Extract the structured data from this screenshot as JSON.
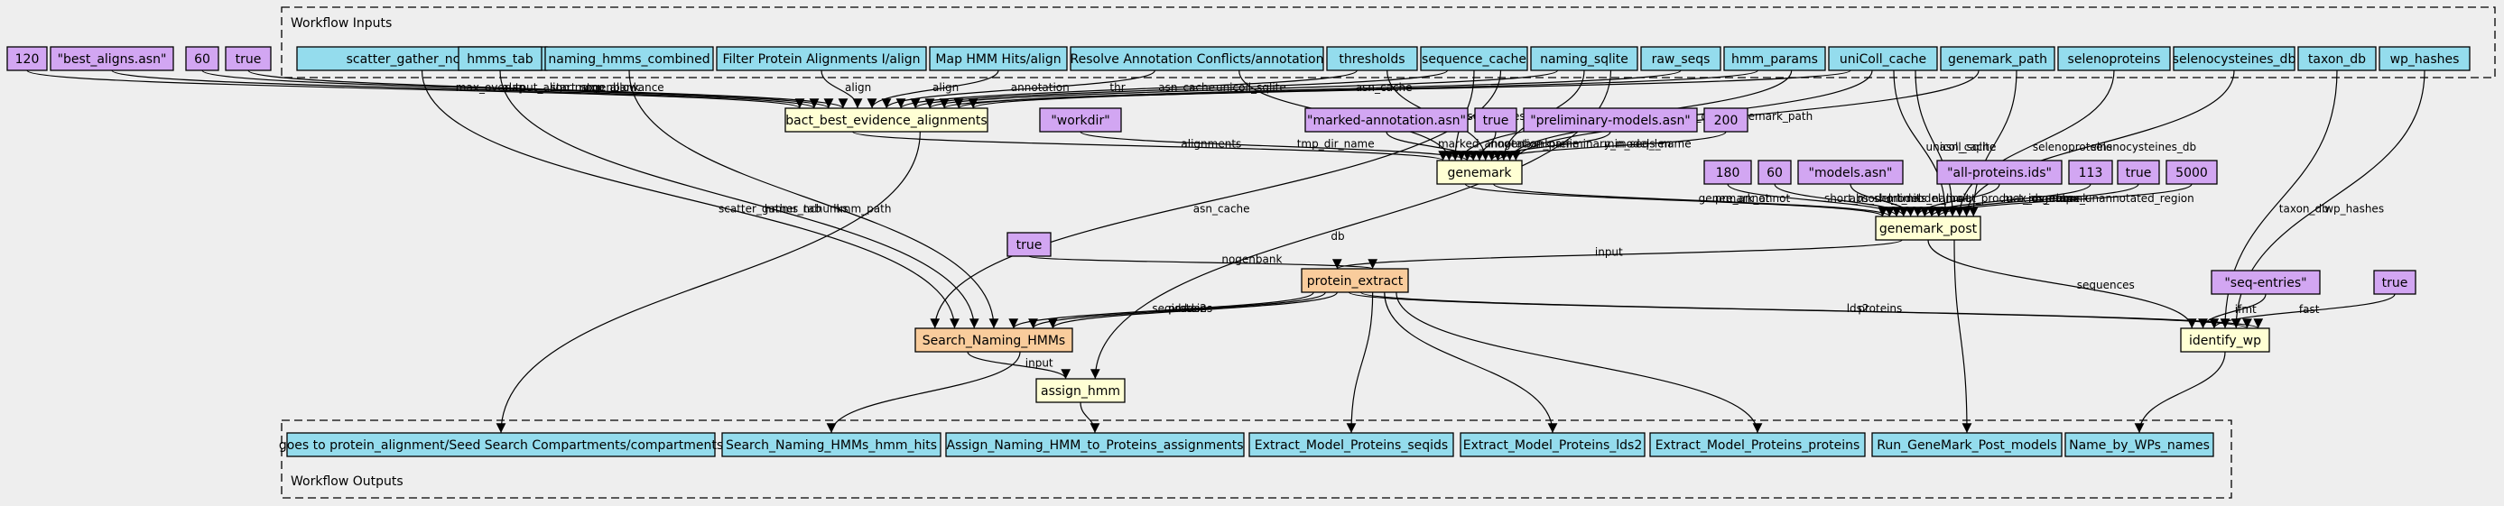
{
  "inputs_cluster": {
    "label": "Workflow Inputs"
  },
  "outputs_cluster": {
    "label": "Workflow Outputs"
  },
  "colors": {
    "input": "#94dced",
    "literal": "#d2a6f2",
    "step": "#ffffd4",
    "subworkflow": "#f9cc9c",
    "background": "#eeeeee"
  },
  "nodes": [
    {
      "id": "in_scatter",
      "kind": "input",
      "label": "scatter_gather_nchunks"
    },
    {
      "id": "in_hmms_tab",
      "kind": "input",
      "label": "hmms_tab"
    },
    {
      "id": "in_naming_hmms",
      "kind": "input",
      "label": "naming_hmms_combined"
    },
    {
      "id": "in_filter",
      "kind": "input",
      "label": "Filter Protein Alignments I/align"
    },
    {
      "id": "in_map_hmm",
      "kind": "input",
      "label": "Map HMM Hits/align"
    },
    {
      "id": "in_resolve",
      "kind": "input",
      "label": "Resolve Annotation Conflicts/annotation"
    },
    {
      "id": "in_thresholds",
      "kind": "input",
      "label": "thresholds"
    },
    {
      "id": "in_seq_cache",
      "kind": "input",
      "label": "sequence_cache"
    },
    {
      "id": "in_naming_sqlite",
      "kind": "input",
      "label": "naming_sqlite"
    },
    {
      "id": "in_raw_seqs",
      "kind": "input",
      "label": "raw_seqs"
    },
    {
      "id": "in_hmm_params",
      "kind": "input",
      "label": "hmm_params"
    },
    {
      "id": "in_unicoll",
      "kind": "input",
      "label": "uniColl_cache"
    },
    {
      "id": "in_genemark_path",
      "kind": "input",
      "label": "genemark_path"
    },
    {
      "id": "in_selenoproteins",
      "kind": "input",
      "label": "selenoproteins"
    },
    {
      "id": "in_selenocysteines",
      "kind": "input",
      "label": "selenocysteines_db"
    },
    {
      "id": "in_taxon",
      "kind": "input",
      "label": "taxon_db"
    },
    {
      "id": "in_wp_hashes",
      "kind": "input",
      "label": "wp_hashes"
    },
    {
      "id": "lit_120",
      "kind": "literal",
      "label": "120"
    },
    {
      "id": "lit_best_aligns",
      "kind": "literal",
      "label": "\"best_aligns.asn\""
    },
    {
      "id": "lit_60a",
      "kind": "literal",
      "label": "60"
    },
    {
      "id": "lit_true_a",
      "kind": "literal",
      "label": "true"
    },
    {
      "id": "lit_workdir",
      "kind": "literal",
      "label": "\"workdir\""
    },
    {
      "id": "lit_marked",
      "kind": "literal",
      "label": "\"marked-annotation.asn\""
    },
    {
      "id": "lit_true_b",
      "kind": "literal",
      "label": "true"
    },
    {
      "id": "lit_prelim",
      "kind": "literal",
      "label": "\"preliminary-models.asn\""
    },
    {
      "id": "lit_200",
      "kind": "literal",
      "label": "200"
    },
    {
      "id": "lit_180",
      "kind": "literal",
      "label": "180"
    },
    {
      "id": "lit_60b",
      "kind": "literal",
      "label": "60"
    },
    {
      "id": "lit_models",
      "kind": "literal",
      "label": "\"models.asn\""
    },
    {
      "id": "lit_allprot",
      "kind": "literal",
      "label": "\"all-proteins.ids\""
    },
    {
      "id": "lit_113",
      "kind": "literal",
      "label": "113"
    },
    {
      "id": "lit_true_c",
      "kind": "literal",
      "label": "true"
    },
    {
      "id": "lit_5000",
      "kind": "literal",
      "label": "5000"
    },
    {
      "id": "lit_true_d",
      "kind": "literal",
      "label": "true"
    },
    {
      "id": "lit_seqentries",
      "kind": "literal",
      "label": "\"seq-entries\""
    },
    {
      "id": "lit_true_e",
      "kind": "literal",
      "label": "true"
    },
    {
      "id": "step_bact",
      "kind": "step",
      "label": "bact_best_evidence_alignments"
    },
    {
      "id": "step_genemark",
      "kind": "step",
      "label": "genemark"
    },
    {
      "id": "step_genemark_post",
      "kind": "step",
      "label": "genemark_post"
    },
    {
      "id": "step_protein_extract",
      "kind": "subworkflow",
      "label": "protein_extract"
    },
    {
      "id": "step_search_naming",
      "kind": "subworkflow",
      "label": "Search_Naming_HMMs"
    },
    {
      "id": "step_identify_wp",
      "kind": "step",
      "label": "identify_wp"
    },
    {
      "id": "step_assign_hmm",
      "kind": "step",
      "label": "assign_hmm"
    },
    {
      "id": "out_compartments",
      "kind": "input",
      "label": "goes to protein_alignment/Seed Search Compartments/compartments"
    },
    {
      "id": "out_hmm_hits",
      "kind": "input",
      "label": "Search_Naming_HMMs_hmm_hits"
    },
    {
      "id": "out_assign",
      "kind": "input",
      "label": "Assign_Naming_HMM_to_Proteins_assignments"
    },
    {
      "id": "out_seqids",
      "kind": "input",
      "label": "Extract_Model_Proteins_seqids"
    },
    {
      "id": "out_lds2",
      "kind": "input",
      "label": "Extract_Model_Proteins_lds2"
    },
    {
      "id": "out_proteins",
      "kind": "input",
      "label": "Extract_Model_Proteins_proteins"
    },
    {
      "id": "out_models",
      "kind": "input",
      "label": "Run_GeneMark_Post_models"
    },
    {
      "id": "out_names",
      "kind": "input",
      "label": "Name_by_WPs_names"
    }
  ],
  "edges": [
    {
      "from": "lit_120",
      "to": "step_bact",
      "label": "max_overlap"
    },
    {
      "from": "lit_best_aligns",
      "to": "step_bact",
      "label": "output_align_name"
    },
    {
      "from": "lit_60a",
      "to": "step_bact",
      "label": "start_stop_allowance"
    },
    {
      "from": "lit_true_a",
      "to": "step_bact",
      "label": "nogenbank"
    },
    {
      "from": "in_filter",
      "to": "step_bact",
      "label": "align"
    },
    {
      "from": "in_map_hmm",
      "to": "step_bact",
      "label": "align"
    },
    {
      "from": "in_resolve",
      "to": "step_bact",
      "label": "annotation"
    },
    {
      "from": "in_thresholds",
      "to": "step_bact",
      "label": "thr"
    },
    {
      "from": "in_seq_cache",
      "to": "step_bact",
      "label": "asn_cache"
    },
    {
      "from": "in_naming_sqlite",
      "to": "step_bact",
      "label": "unicoll_sqlite"
    },
    {
      "from": "in_unicoll",
      "to": "step_bact",
      "label": "asn_cache"
    },
    {
      "from": "in_raw_seqs",
      "to": "step_bact",
      "label": ""
    },
    {
      "from": "in_hmm_params",
      "to": "step_bact",
      "label": ""
    },
    {
      "from": "step_bact",
      "to": "step_genemark",
      "label": "alignments"
    },
    {
      "from": "in_resolve",
      "to": "step_genemark",
      "label": "annotation"
    },
    {
      "from": "in_seq_cache",
      "to": "step_genemark",
      "label": "sequences"
    },
    {
      "from": "in_hmm_params",
      "to": "step_genemark",
      "label": "hmm_params"
    },
    {
      "from": "lit_workdir",
      "to": "step_genemark",
      "label": "tmp_dir_name"
    },
    {
      "from": "lit_marked",
      "to": "step_genemark",
      "label": "marked_annotation_name"
    },
    {
      "from": "lit_true_b",
      "to": "step_genemark",
      "label": "nogenbank"
    },
    {
      "from": "in_thresholds",
      "to": "step_genemark",
      "label": "thr"
    },
    {
      "from": "lit_prelim",
      "to": "step_genemark",
      "label": "preliminary_models_name"
    },
    {
      "from": "lit_200",
      "to": "step_genemark",
      "label": "min_seq_len"
    },
    {
      "from": "in_naming_sqlite",
      "to": "step_genemark",
      "label": "asn_cache"
    },
    {
      "from": "in_unicoll",
      "to": "step_genemark",
      "label": "asn_cache"
    },
    {
      "from": "in_genemark_path",
      "to": "step_genemark",
      "label": "genemark_path"
    },
    {
      "from": "step_genemark",
      "to": "step_genemark_post",
      "label": "genemark_annot"
    },
    {
      "from": "step_genemark",
      "to": "step_genemark_post",
      "label": "pre_annot"
    },
    {
      "from": "lit_180",
      "to": "step_genemark_post",
      "label": "short_model_limit"
    },
    {
      "from": "lit_60b",
      "to": "step_genemark_post",
      "label": "abs_short_model_limit"
    },
    {
      "from": "lit_models",
      "to": "step_genemark_post",
      "label": "models_name"
    },
    {
      "from": "lit_allprot",
      "to": "step_genemark_post",
      "label": "out_product_ids_name"
    },
    {
      "from": "lit_113",
      "to": "step_genemark_post",
      "label": "max_overlap"
    },
    {
      "from": "lit_true_c",
      "to": "step_genemark_post",
      "label": "nogenbank"
    },
    {
      "from": "lit_5000",
      "to": "step_genemark_post",
      "label": "max_unannotated_region"
    },
    {
      "from": "in_unicoll",
      "to": "step_genemark_post",
      "label": "unicoll_sqlite"
    },
    {
      "from": "in_unicoll",
      "to": "step_genemark_post",
      "label": "asn_cache"
    },
    {
      "from": "in_selenoproteins",
      "to": "step_genemark_post",
      "label": "selenoproteins"
    },
    {
      "from": "in_selenocysteines",
      "to": "step_genemark_post",
      "label": "selenocysteines_db"
    },
    {
      "from": "in_genemark_path",
      "to": "step_genemark_post",
      "label": ""
    },
    {
      "from": "step_genemark_post",
      "to": "step_protein_extract",
      "label": "input"
    },
    {
      "from": "lit_true_d",
      "to": "step_protein_extract",
      "label": "nogenbank"
    },
    {
      "from": "in_seq_cache",
      "to": "step_search_naming",
      "label": "asn_cache"
    },
    {
      "from": "in_scatter",
      "to": "step_search_naming",
      "label": "scatter_gather_nchunks"
    },
    {
      "from": "in_hmms_tab",
      "to": "step_search_naming",
      "label": "hmms_tab"
    },
    {
      "from": "in_naming_hmms",
      "to": "step_search_naming",
      "label": "hmm_path"
    },
    {
      "from": "step_protein_extract",
      "to": "step_search_naming",
      "label": "seqids"
    },
    {
      "from": "step_protein_extract",
      "to": "step_search_naming",
      "label": "proteins"
    },
    {
      "from": "step_protein_extract",
      "to": "step_search_naming",
      "label": "lds2"
    },
    {
      "from": "step_search_naming",
      "to": "step_assign_hmm",
      "label": "input"
    },
    {
      "from": "in_naming_sqlite",
      "to": "step_assign_hmm",
      "label": "db"
    },
    {
      "from": "step_genemark_post",
      "to": "step_identify_wp",
      "label": "sequences"
    },
    {
      "from": "lit_seqentries",
      "to": "step_identify_wp",
      "label": "ifmt"
    },
    {
      "from": "lit_true_e",
      "to": "step_identify_wp",
      "label": "fast"
    },
    {
      "from": "in_taxon",
      "to": "step_identify_wp",
      "label": "taxon_db"
    },
    {
      "from": "in_wp_hashes",
      "to": "step_identify_wp",
      "label": "wp_hashes"
    },
    {
      "from": "step_protein_extract",
      "to": "step_identify_wp",
      "label": "lds2"
    },
    {
      "from": "step_protein_extract",
      "to": "step_identify_wp",
      "label": "proteins"
    },
    {
      "from": "step_bact",
      "to": "out_compartments",
      "label": ""
    },
    {
      "from": "step_search_naming",
      "to": "out_hmm_hits",
      "label": ""
    },
    {
      "from": "step_assign_hmm",
      "to": "out_assign",
      "label": ""
    },
    {
      "from": "step_protein_extract",
      "to": "out_seqids",
      "label": ""
    },
    {
      "from": "step_protein_extract",
      "to": "out_lds2",
      "label": ""
    },
    {
      "from": "step_protein_extract",
      "to": "out_proteins",
      "label": ""
    },
    {
      "from": "step_genemark_post",
      "to": "out_models",
      "label": ""
    },
    {
      "from": "step_identify_wp",
      "to": "out_names",
      "label": ""
    }
  ]
}
